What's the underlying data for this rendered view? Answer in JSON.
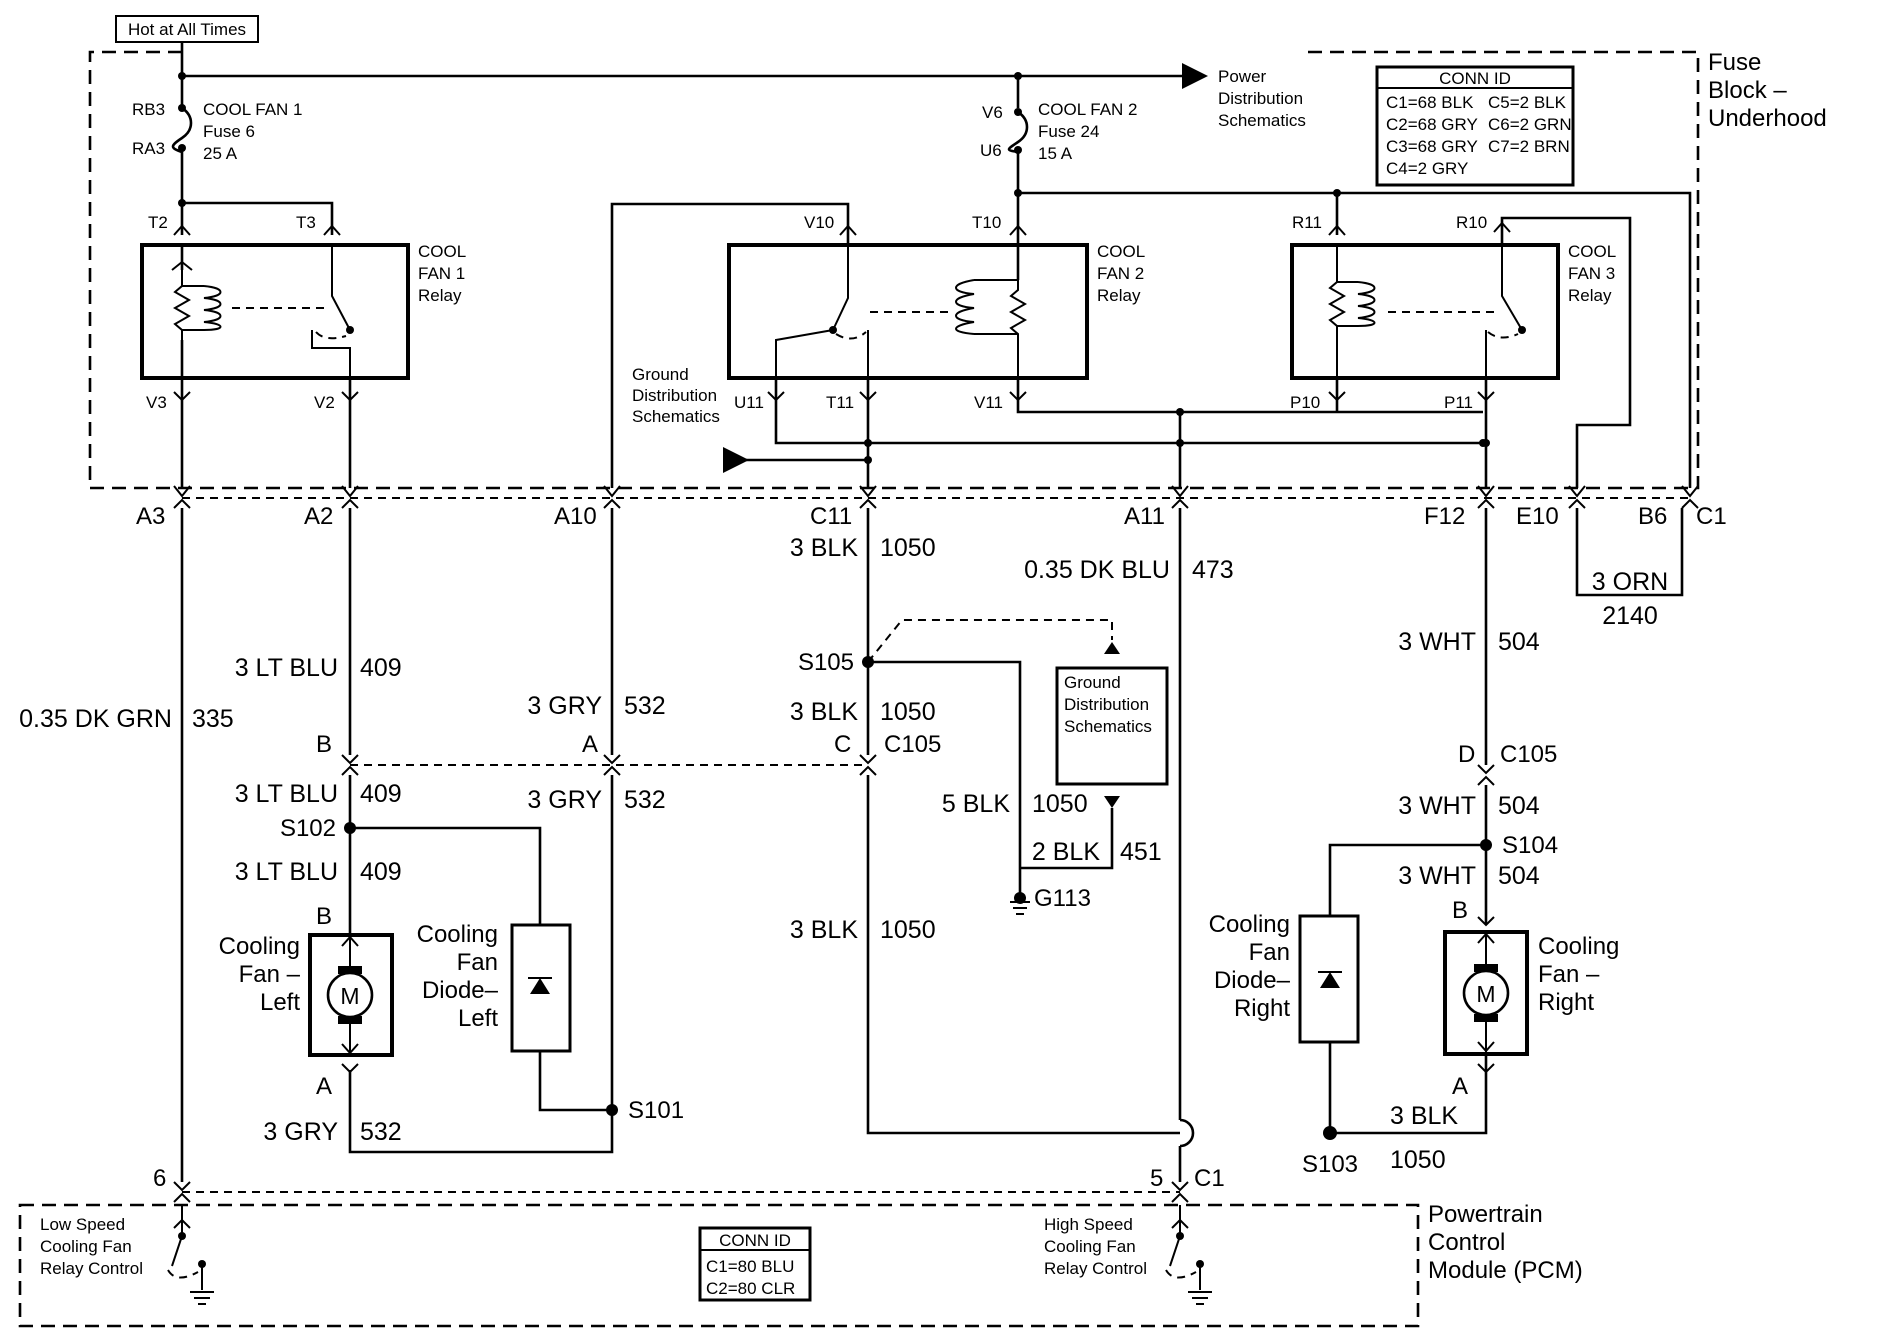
{
  "hot_label": "Hot at All Times",
  "fuse_block": {
    "title": [
      "Fuse",
      "Block –",
      "Underhood"
    ],
    "conn_id": {
      "header": "CONN ID",
      "left": [
        "C1=68 BLK",
        "C2=68 GRY",
        "C3=68 GRY",
        "C4=2 GRY"
      ],
      "right": [
        "C5=2 BLK",
        "C6=2 GRN",
        "C7=2 BRN"
      ]
    },
    "power_dist": [
      "Power",
      "Distribution",
      "Schematics"
    ],
    "fuse1": {
      "pins": [
        "RB3",
        "RA3"
      ],
      "lines": [
        "COOL FAN 1",
        "Fuse 6",
        "25 A"
      ]
    },
    "fuse2": {
      "pins": [
        "V6",
        "U6"
      ],
      "lines": [
        "COOL FAN 2",
        "Fuse 24",
        "15 A"
      ]
    },
    "relay1": {
      "lines": [
        "COOL",
        "FAN 1",
        "Relay"
      ],
      "pins": [
        "T2",
        "T3",
        "V3",
        "V2"
      ]
    },
    "relay2": {
      "lines": [
        "COOL",
        "FAN 2",
        "Relay"
      ],
      "pins": [
        "V10",
        "T10",
        "U11",
        "T11",
        "V11"
      ]
    },
    "relay3": {
      "lines": [
        "COOL",
        "FAN 3",
        "Relay"
      ],
      "pins": [
        "R11",
        "R10",
        "P10",
        "P11"
      ]
    },
    "ground_dist": [
      "Ground",
      "Distribution",
      "Schematics"
    ]
  },
  "connector_pins": [
    "A3",
    "A2",
    "A10",
    "C11",
    "A11",
    "F12",
    "E10",
    "B6",
    "C1"
  ],
  "wires": {
    "dk_grn": [
      "0.35 DK GRN",
      "335"
    ],
    "lt_blu_top": [
      "3 LT BLU",
      "409"
    ],
    "gry_top": [
      "3 GRY",
      "532"
    ],
    "blk_top": [
      "3 BLK",
      "1050"
    ],
    "dk_blu": [
      "0.35 DK BLU",
      "473"
    ],
    "wht_top": [
      "3 WHT",
      "504"
    ],
    "orn": [
      "3 ORN",
      "2140"
    ],
    "blk_mid": [
      "3 BLK",
      "1050"
    ],
    "lt_blu_mid": [
      "3 LT BLU",
      "409"
    ],
    "gry_mid": [
      "3 GRY",
      "532"
    ],
    "blk5": [
      "5 BLK",
      "1050"
    ],
    "blk2": [
      "2 BLK",
      "451"
    ],
    "wht_mid": [
      "3 WHT",
      "504"
    ],
    "lt_blu_low": [
      "3 LT BLU",
      "409"
    ],
    "blk_low": [
      "3 BLK",
      "1050"
    ],
    "wht_low": [
      "3 WHT",
      "504"
    ],
    "gry_low": [
      "3 GRY",
      "532"
    ],
    "blk_right": [
      "3 BLK",
      "1050"
    ]
  },
  "c105": {
    "pins": [
      "B",
      "A",
      "C",
      "D"
    ],
    "label": "C105"
  },
  "splices": [
    "S105",
    "S102",
    "S101",
    "S104",
    "S103",
    "G113"
  ],
  "ground_box": [
    "Ground",
    "Distribution",
    "Schematics"
  ],
  "fan_left": {
    "label": [
      "Cooling",
      "Fan –",
      "Left"
    ],
    "pins": [
      "B",
      "A"
    ],
    "motor": "M"
  },
  "diode_left": [
    "Cooling",
    "Fan",
    "Diode–",
    "Left"
  ],
  "diode_right": [
    "Cooling",
    "Fan",
    "Diode–",
    "Right"
  ],
  "fan_right": {
    "label": [
      "Cooling",
      "Fan –",
      "Right"
    ],
    "pins": [
      "B",
      "A"
    ],
    "motor": "M"
  },
  "pcm": {
    "title": [
      "Powertrain",
      "Control",
      "Module (PCM)"
    ],
    "pins": [
      "6",
      "5",
      "C1"
    ],
    "low_speed": [
      "Low Speed",
      "Cooling Fan",
      "Relay Control"
    ],
    "high_speed": [
      "High Speed",
      "Cooling Fan",
      "Relay Control"
    ],
    "conn_id": {
      "header": "CONN ID",
      "rows": [
        "C1=80 BLU",
        "C2=80 CLR"
      ]
    }
  }
}
